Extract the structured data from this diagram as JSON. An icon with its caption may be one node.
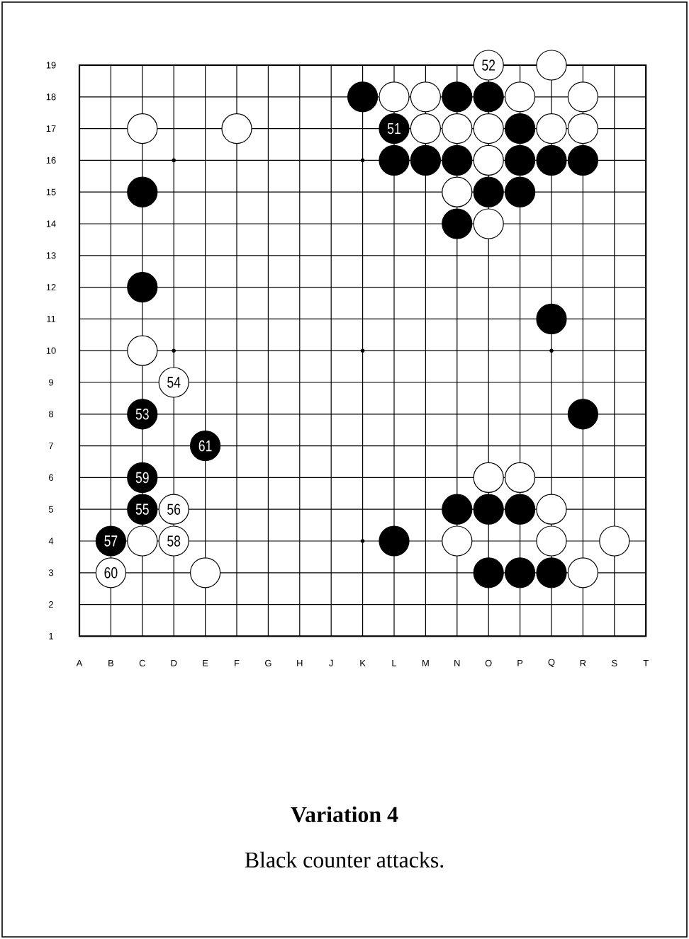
{
  "diagram": {
    "title": "Variation 4",
    "caption": "Black counter attacks.",
    "nodes": [
      {
        "text": [
          "52"
        ]
      },
      {
        "text": [],
        "shape": "circle"
      },
      {
        "text": [],
        "shape": "circle"
      },
      {
        "text": [],
        "shape": "circle"
      },
      {
        "text": [],
        "shape": "circle"
      },
      {
        "text": [],
        "shape": "circle"
      },
      {
        "text": [],
        "shape": "circle"
      },
      {
        "text": [],
        "shape": "circle"
      },
      {
        "text": [],
        "shape": "circle"
      },
      {
        "text": [],
        "shape": "circle"
      },
      {
        "text": [],
        "shape": "circle"
      },
      {
        "text": [
          "51"
        ]
      },
      {
        "text": [],
        "shape": "circle"
      },
      {
        "text": [],
        "shape": "circle"
      },
      {
        "text": [],
        "shape": "circle"
      },
      {
        "text": [],
        "shape": "circle"
      },
      {
        "text": [],
        "shape": "circle"
      },
      {
        "text": [],
        "shape": "circle"
      },
      {
        "text": [],
        "shape": "circle"
      },
      {
        "text": [],
        "shape": "circle"
      },
      {
        "text": [],
        "shape": "circle"
      },
      {
        "text": [],
        "shape": "circle"
      },
      {
        "text": [],
        "shape": "circle"
      },
      {
        "text": [],
        "shape": "circle"
      },
      {
        "text": [],
        "shape": "circle"
      },
      {
        "text": [],
        "shape": "circle"
      },
      {
        "text": [],
        "shape": "circle"
      },
      {
        "text": [],
        "shape": "circle"
      },
      {
        "text": [],
        "shape": "circle"
      },
      {
        "text": [],
        "shape": "circle"
      },
      {
        "text": [],
        "shape": "circle"
      },
      {
        "text": [],
        "shape": "circle"
      },
      {
        "text": [],
        "shape": "circle"
      },
      {
        "text": [],
        "shape": "circle"
      },
      {
        "text": [
          "54"
        ]
      },
      {
        "text": [
          "53"
        ]
      },
      {
        "text": [],
        "shape": "circle"
      },
      {
        "text": [
          "61"
        ]
      },
      {
        "text": [
          "59"
        ]
      },
      {
        "text": [],
        "shape": "circle"
      },
      {
        "text": [],
        "shape": "circle"
      },
      {
        "text": [
          "55"
        ]
      },
      {
        "text": [
          "56"
        ]
      },
      {
        "text": [],
        "shape": "circle"
      },
      {
        "text": [],
        "shape": "circle"
      },
      {
        "text": [],
        "shape": "circle"
      },
      {
        "text": [],
        "shape": "circle"
      },
      {
        "text": [
          "57"
        ]
      },
      {
        "text": [],
        "shape": "circle"
      },
      {
        "text": [
          "58"
        ]
      },
      {
        "text": [],
        "shape": "circle"
      },
      {
        "text": [],
        "shape": "circle"
      },
      {
        "text": [],
        "shape": "circle"
      },
      {
        "text": [],
        "shape": "circle"
      },
      {
        "text": [
          "60"
        ]
      },
      {
        "text": [],
        "shape": "circle"
      },
      {
        "text": [],
        "shape": "circle"
      },
      {
        "text": [],
        "shape": "circle"
      },
      {
        "text": [],
        "shape": "circle"
      },
      {
        "text": [],
        "shape": "circle"
      }
    ],
    "labels": [
      "19",
      "18",
      "17",
      "16",
      "15",
      "14",
      "13",
      "12",
      "11",
      "10",
      "9",
      "8",
      "7",
      "6",
      "5",
      "4",
      "3",
      "2",
      "1",
      "A",
      "B",
      "C",
      "D",
      "E",
      "F",
      "G",
      "H",
      "J",
      "K",
      "L",
      "M",
      "N",
      "O",
      "P",
      "Q",
      "R",
      "S",
      "T"
    ]
  }
}
